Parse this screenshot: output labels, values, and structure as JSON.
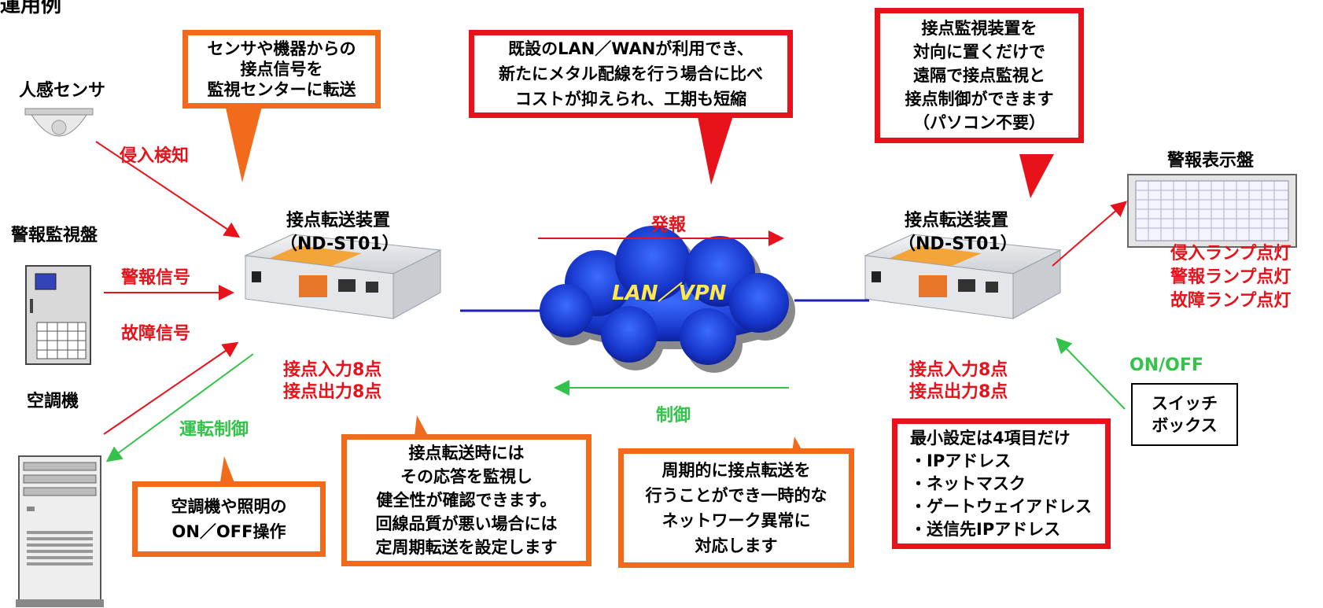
{
  "header_fragment": "運用例",
  "left": {
    "sensor": {
      "name": "人感センサ",
      "signal": "侵入検知"
    },
    "alarm_panel": {
      "name": "警報監視盤",
      "signal": "警報信号"
    },
    "aircon": {
      "name": "空調機",
      "signal": "故障信号",
      "control": "運転制御"
    }
  },
  "device_left": {
    "name": "接点転送装置",
    "model": "（ND-ST01）",
    "io": [
      "接点入力8点",
      "接点出力8点"
    ]
  },
  "device_right": {
    "name": "接点転送装置",
    "model": "（ND-ST01）",
    "io": [
      "接点入力8点",
      "接点出力8点"
    ]
  },
  "network": {
    "label": "LAN／VPN",
    "forward": "発報",
    "backward": "制御"
  },
  "right": {
    "display": {
      "name": "警報表示盤",
      "lamps": [
        "侵入ランプ点灯",
        "警報ランプ点灯",
        "故障ランプ点灯"
      ]
    },
    "switch": {
      "label": [
        "スイッチ",
        "ボックス"
      ],
      "signal": "ON/OFF"
    }
  },
  "callouts": {
    "transfer": [
      "センサや機器からの",
      "接点信号を",
      "監視センターに転送"
    ],
    "lan_wan": [
      "既設のLAN／WANが利用でき、",
      "新たにメタル配線を行う場合に比べ",
      "コストが抑えられ、工期も短縮"
    ],
    "monitor": [
      "接点監視装置を",
      "対向に置くだけで",
      "遠隔で接点監視と",
      "接点制御ができます",
      "（パソコン不要）"
    ],
    "onoff": [
      "空調機や照明の",
      "ON／OFF操作"
    ],
    "response": [
      "接点転送時には",
      "その応答を監視し",
      "健全性が確認できます。",
      "回線品質が悪い場合には",
      "定周期転送を設定します"
    ],
    "periodic": [
      "周期的に接点転送を",
      "行うことができ一時的な",
      "ネットワーク異常に",
      "対応します"
    ],
    "settings": [
      "最小設定は4項目だけ",
      "・IPアドレス",
      "・ネットマスク",
      "・ゲートウェイアドレス",
      "・送信先IPアドレス"
    ]
  },
  "colors": {
    "orange": "#f26a1b",
    "red": "#e8121b",
    "green": "#33c24a",
    "blue": "#1f1fb8"
  }
}
